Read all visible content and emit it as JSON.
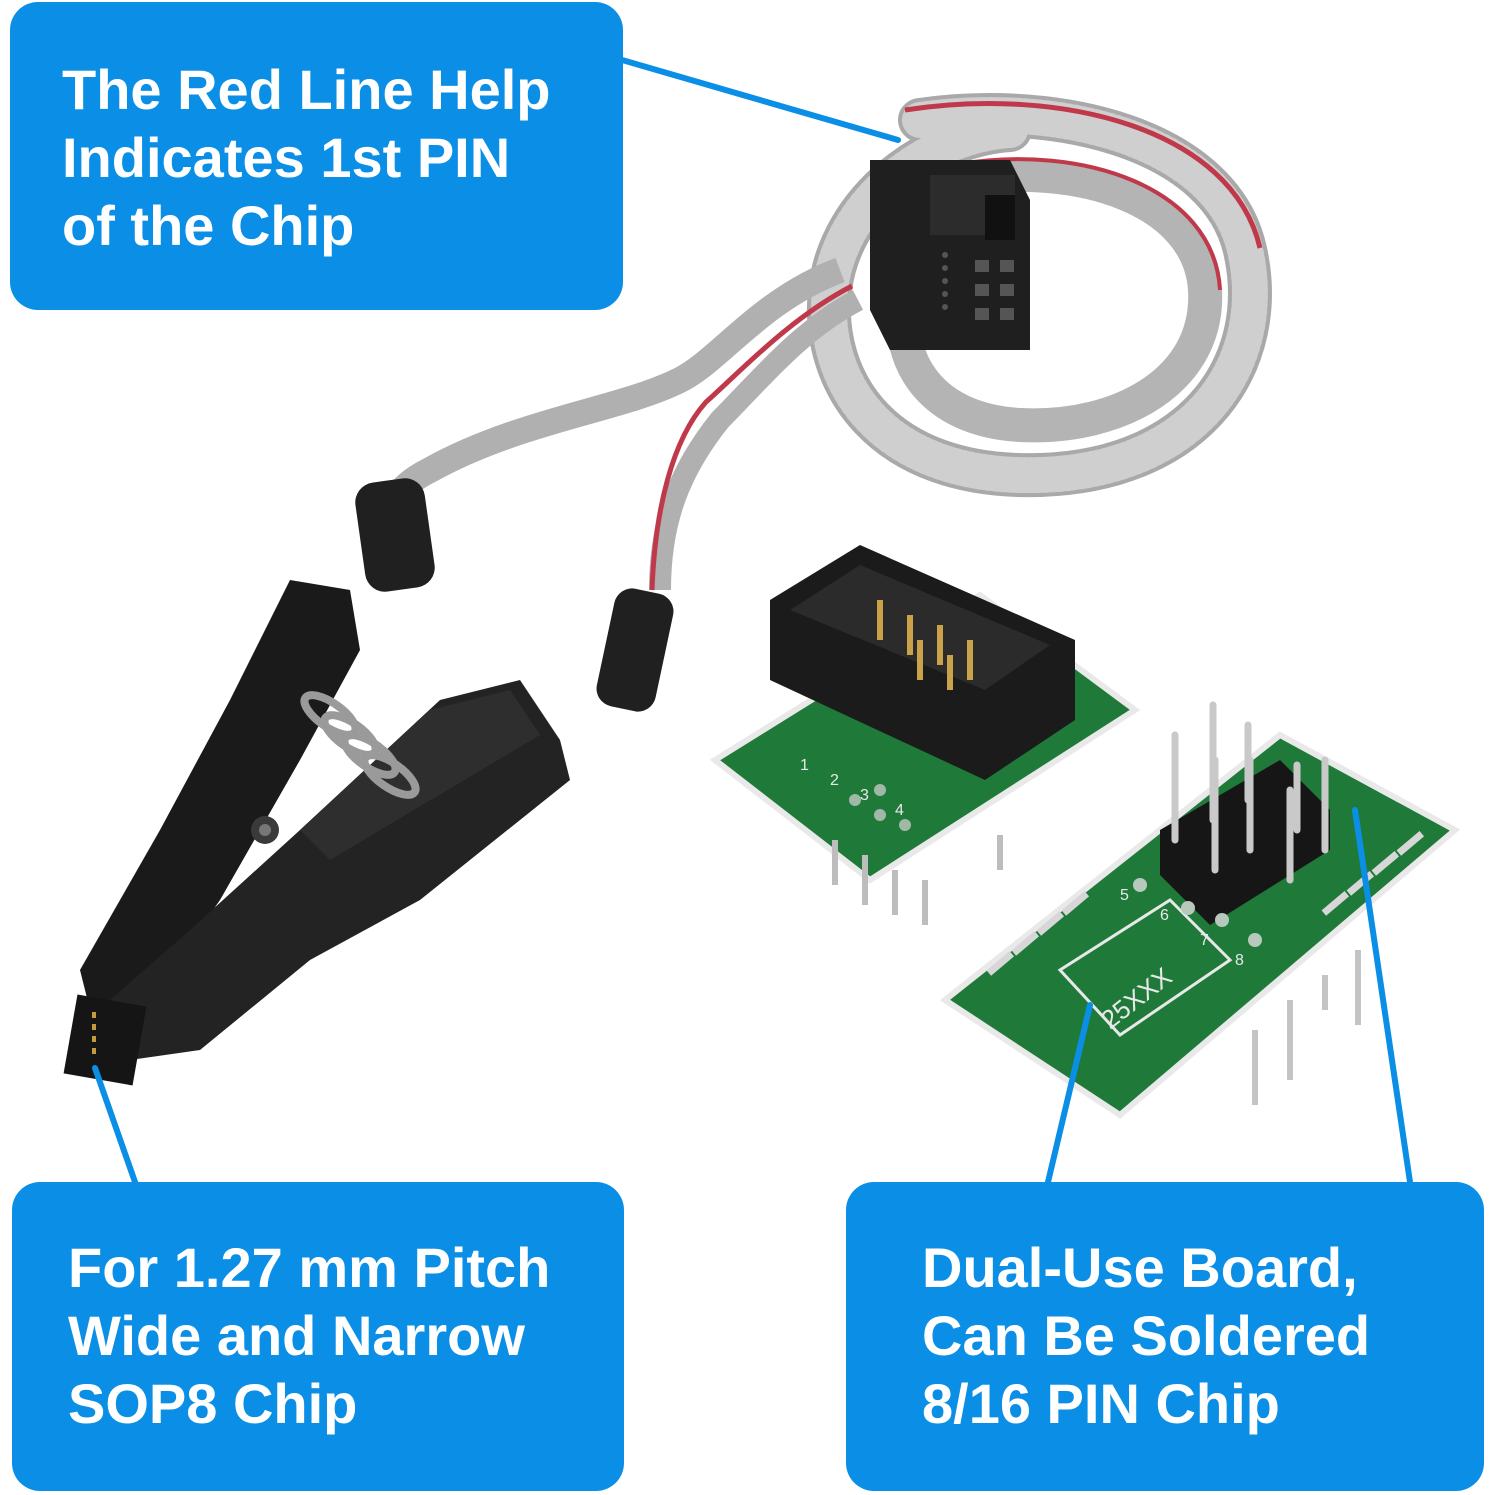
{
  "colors": {
    "callout_fill": "#0b8fe6",
    "callout_text": "#ffffff",
    "leader_line": "#0b8fe6",
    "pcb_green": "#1f7a3a",
    "clip_black": "#1c1c1c",
    "ribbon_grey": "#b9b9b9",
    "ribbon_red_wire": "#c0394b"
  },
  "callouts": {
    "red_line": {
      "lines": [
        "The Red Line Help",
        "Indicates 1st PIN",
        "of the Chip"
      ]
    },
    "pitch": {
      "lines": [
        "For 1.27 mm Pitch",
        "Wide and Narrow",
        "SOP8 Chip"
      ]
    },
    "board": {
      "lines": [
        "Dual-Use Board,",
        "Can Be Soldered",
        "8/16 PIN Chip"
      ]
    }
  },
  "board_silkscreen": {
    "small_board_pins": [
      "1",
      "2",
      "3",
      "4"
    ],
    "large_board_chip": "25XXX",
    "large_board_pins": [
      "5",
      "6",
      "7",
      "8"
    ]
  }
}
